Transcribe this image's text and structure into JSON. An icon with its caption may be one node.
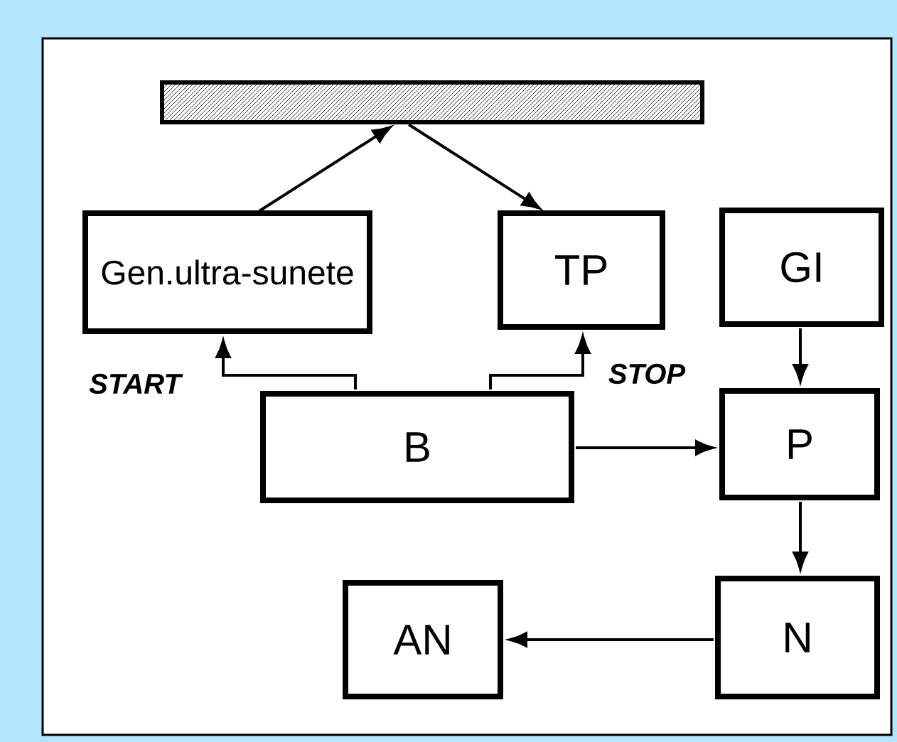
{
  "diagram": {
    "nodes": [
      {
        "text": [],
        "shape": "bar"
      },
      {
        "text": [
          "Gen.ultra-sunete"
        ]
      },
      {
        "text": [
          "TP"
        ]
      },
      {
        "text": [
          "GI"
        ]
      },
      {
        "text": [
          "B"
        ]
      },
      {
        "text": [
          "P"
        ]
      },
      {
        "text": [
          "N"
        ]
      },
      {
        "text": [
          "AN"
        ]
      }
    ],
    "edges": [
      {
        "from": 1,
        "to": 0,
        "arrow": "to"
      },
      {
        "from": 0,
        "to": 2,
        "arrow": "to"
      },
      {
        "from": 4,
        "to": 1,
        "arrow": "to"
      },
      {
        "from": 4,
        "to": 2,
        "arrow": "to"
      },
      {
        "from": 3,
        "to": 5,
        "arrow": "to"
      },
      {
        "from": 4,
        "to": 5,
        "arrow": "to"
      },
      {
        "from": 5,
        "to": 6,
        "arrow": "to"
      },
      {
        "from": 6,
        "to": 7,
        "arrow": "to"
      }
    ],
    "labels": [
      "START",
      "STOP"
    ]
  }
}
